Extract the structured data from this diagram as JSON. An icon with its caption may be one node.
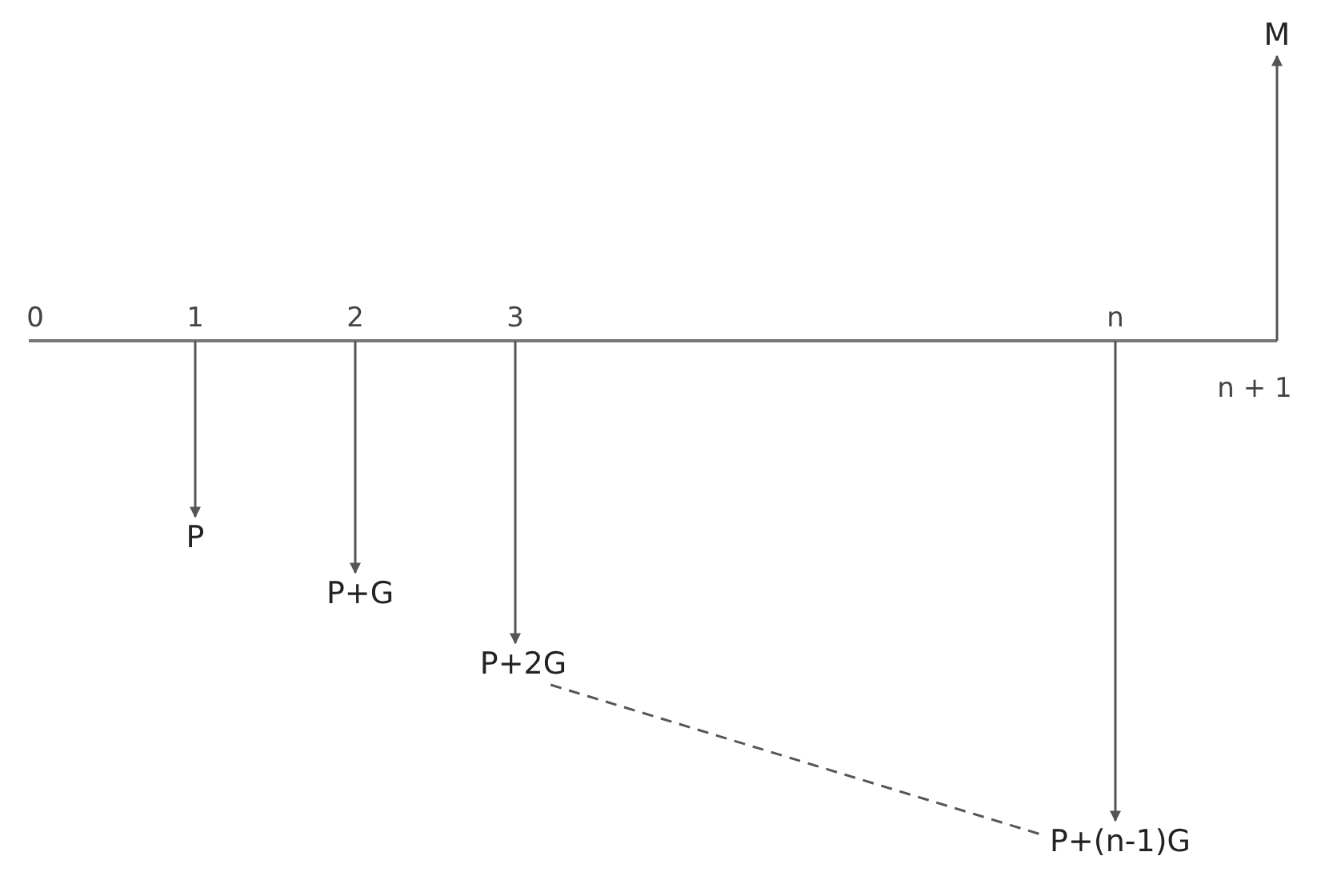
{
  "diagram": {
    "nodes": [
      {
        "text": [
          "P"
        ]
      },
      {
        "text": [
          "P+G"
        ]
      },
      {
        "text": [
          "P+2G"
        ]
      },
      {
        "text": [
          "P+(n-1)G"
        ]
      },
      {
        "text": [
          "M"
        ]
      }
    ],
    "edges": [
      {
        "from": null,
        "to": 0,
        "arrow": "to"
      },
      {
        "from": null,
        "to": 1,
        "arrow": "to"
      },
      {
        "from": null,
        "to": 2,
        "arrow": "to"
      },
      {
        "from": null,
        "to": 3,
        "arrow": "to"
      },
      {
        "from": null,
        "to": 4,
        "arrow": "to"
      },
      {
        "from": 2,
        "to": 3,
        "arrow": "none",
        "style": "dashed"
      }
    ],
    "labels": [
      "0",
      "1",
      "2",
      "3",
      "n",
      "n + 1"
    ]
  }
}
